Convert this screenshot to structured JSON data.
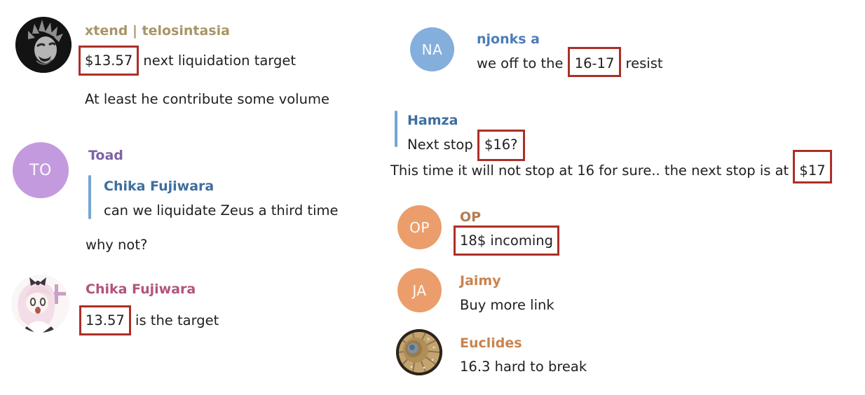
{
  "app": "chat-messages-screenshot",
  "colors": {
    "background": "#ffffff",
    "text": "#1f1f1f",
    "highlight_box": "#ab2f28",
    "quote_bar": "#76a5d0",
    "quote_author": "#3e6e9e"
  },
  "left_column": {
    "xtend": {
      "author": "xtend | telosintasia",
      "author_color": "#a89566",
      "avatar_icon": "demon-mask-photo",
      "line1_boxed": "$13.57",
      "line1_rest": " next liquidation target",
      "line2": "At least he contribute some volume"
    },
    "toad": {
      "author": "Toad",
      "author_color": "#7d62a8",
      "avatar_initials": "TO",
      "avatar_color": "#c49ade",
      "quote_author": "Chika Fujiwara",
      "quote_text": "can we liquidate Zeus a third time",
      "line1": "why not?"
    },
    "chika": {
      "author": "Chika Fujiwara",
      "author_color": "#b2537b",
      "avatar_icon": "anime-girl-photo",
      "line1_boxed": "13.57",
      "line1_rest": " is the target"
    }
  },
  "right_column": {
    "njonks": {
      "author": "njonks a",
      "author_color": "#4a7db8",
      "avatar_initials": "NA",
      "avatar_color": "#84afdc",
      "line1_pre": "we off to the ",
      "line1_boxed": "16-17",
      "line1_rest": " resist"
    },
    "hamza": {
      "quote_author": "Hamza",
      "quote_pre": "Next stop ",
      "quote_boxed": "$16?",
      "line1_pre": "This time it will not stop at 16 for sure.. the next stop is at ",
      "line1_boxed": "$17"
    },
    "op": {
      "author": "OP",
      "author_color": "#b57c50",
      "avatar_initials": "OP",
      "avatar_color": "#eb9e6b",
      "line1_boxed": "18$ incoming"
    },
    "jaimy": {
      "author": "Jaimy",
      "author_color": "#c9834e",
      "avatar_initials": "JA",
      "avatar_color": "#eb9e6b",
      "line1": "Buy more link"
    },
    "euclides": {
      "author": "Euclides",
      "author_color": "#c9834e",
      "avatar_icon": "nautilus-shell-photo",
      "line1": "16.3 hard to break"
    }
  }
}
